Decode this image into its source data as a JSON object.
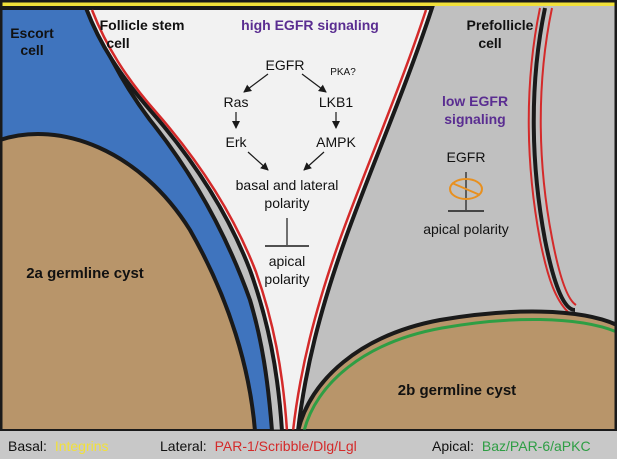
{
  "cells": {
    "escort": {
      "line1": "Escort",
      "line2": "cell"
    },
    "stem": {
      "line1": "Follicle stem",
      "line2": "cell"
    },
    "prefollicle": {
      "line1": "Prefollicle",
      "line2": "cell"
    }
  },
  "cysts": {
    "a": "2a germline cyst",
    "b": "2b germline cyst"
  },
  "high_signal": {
    "title": "high EGFR signaling"
  },
  "pathway": {
    "egfr": "EGFR",
    "pka": "PKA?",
    "ras": "Ras",
    "lkb1": "LKB1",
    "erk": "Erk",
    "ampk": "AMPK",
    "basal_line1": "basal and lateral",
    "basal_line2": "polarity",
    "apical_line1": "apical",
    "apical_line2": "polarity"
  },
  "low_signal": {
    "line1": "low EGFR",
    "line2": "signaling",
    "egfr": "EGFR",
    "apical": "apical polarity"
  },
  "legend": {
    "basal_label": "Basal:",
    "basal_value": "Integrins",
    "lateral_label": "Lateral:",
    "lateral_value": "PAR-1/Scribble/Dlg/Lgl",
    "apical_label": "Apical:",
    "apical_value": "Baz/PAR-6/aPKC"
  },
  "colors": {
    "cyst": "#b8956a",
    "escort": "#3f74be",
    "prefollicle": "#c0c0c0",
    "stem": "#f2f2f2",
    "border": "#1a1a1a",
    "lateral": "#d42a2a",
    "apical": "#2e9e44",
    "basal": "#f2e13a",
    "signal_text": "#5a2d91",
    "inhibit": "#e8901f",
    "legend_bg": "#c8c8c8"
  }
}
